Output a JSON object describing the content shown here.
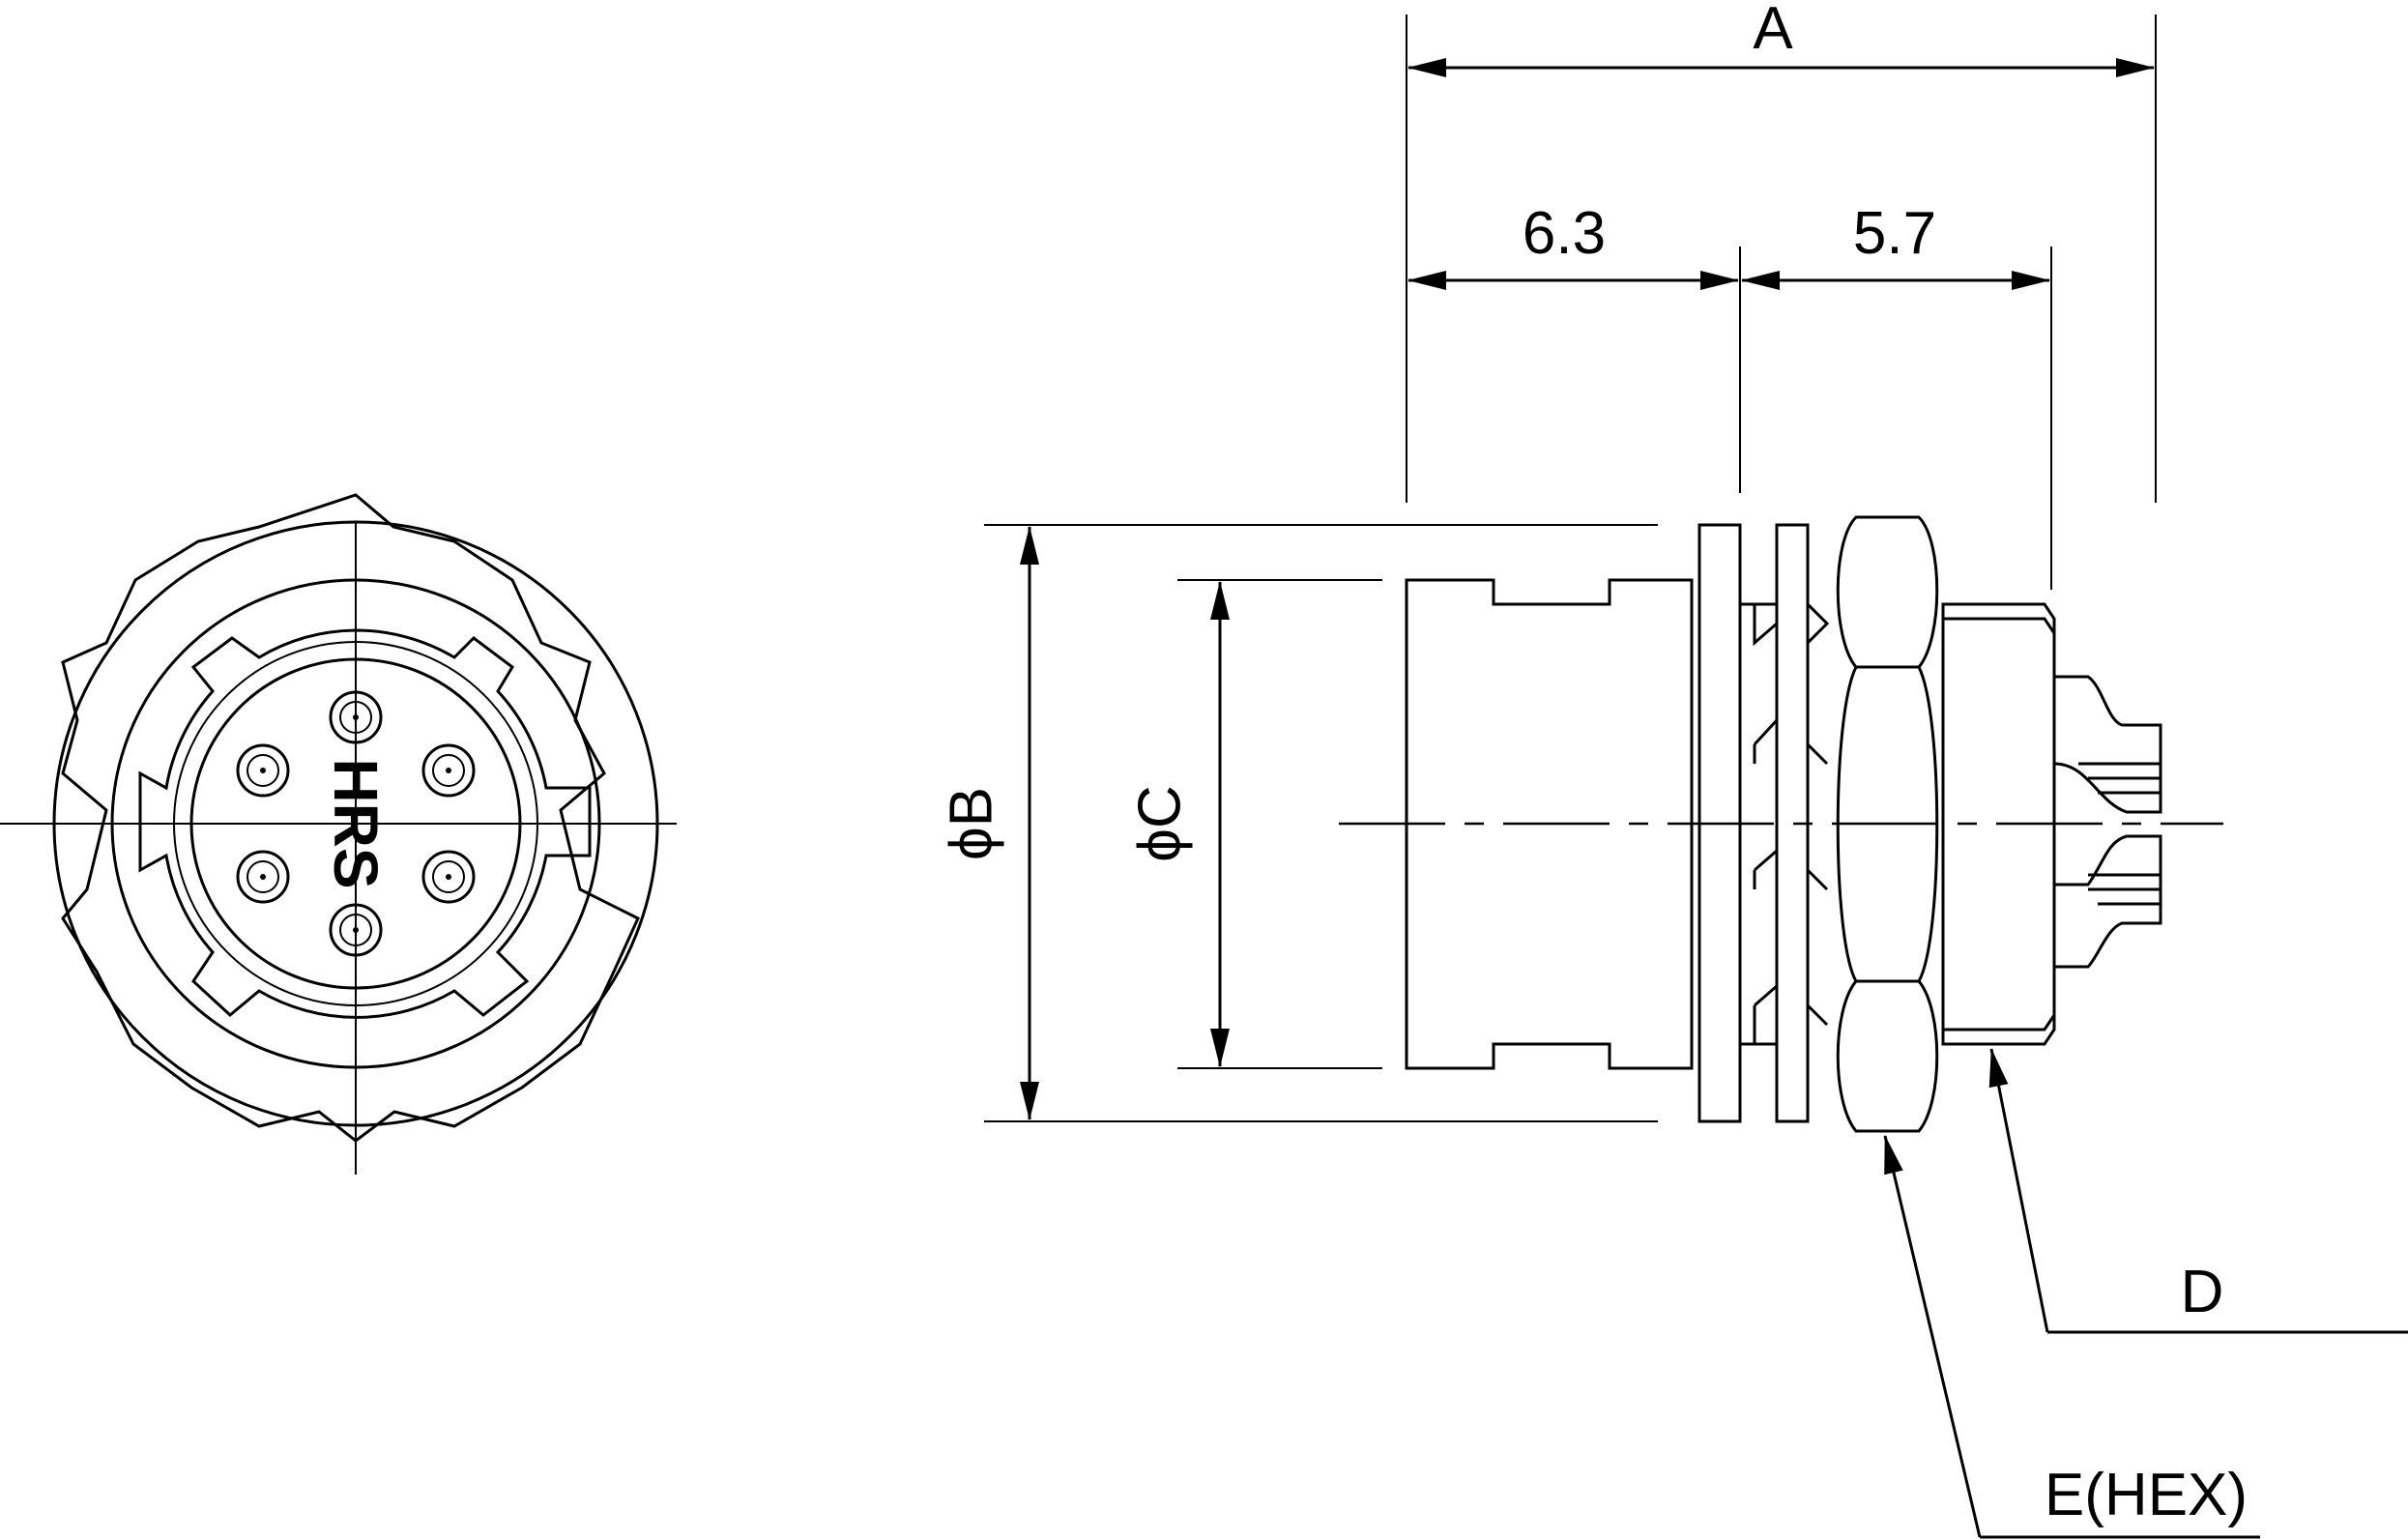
{
  "dimensions": {
    "a": "A",
    "left_len": "6.3",
    "right_len": "5.7",
    "dia_b": "ϕB",
    "dia_c": "ϕC",
    "d": "D",
    "e": "E(HEX)"
  },
  "logo_text": "HRS"
}
